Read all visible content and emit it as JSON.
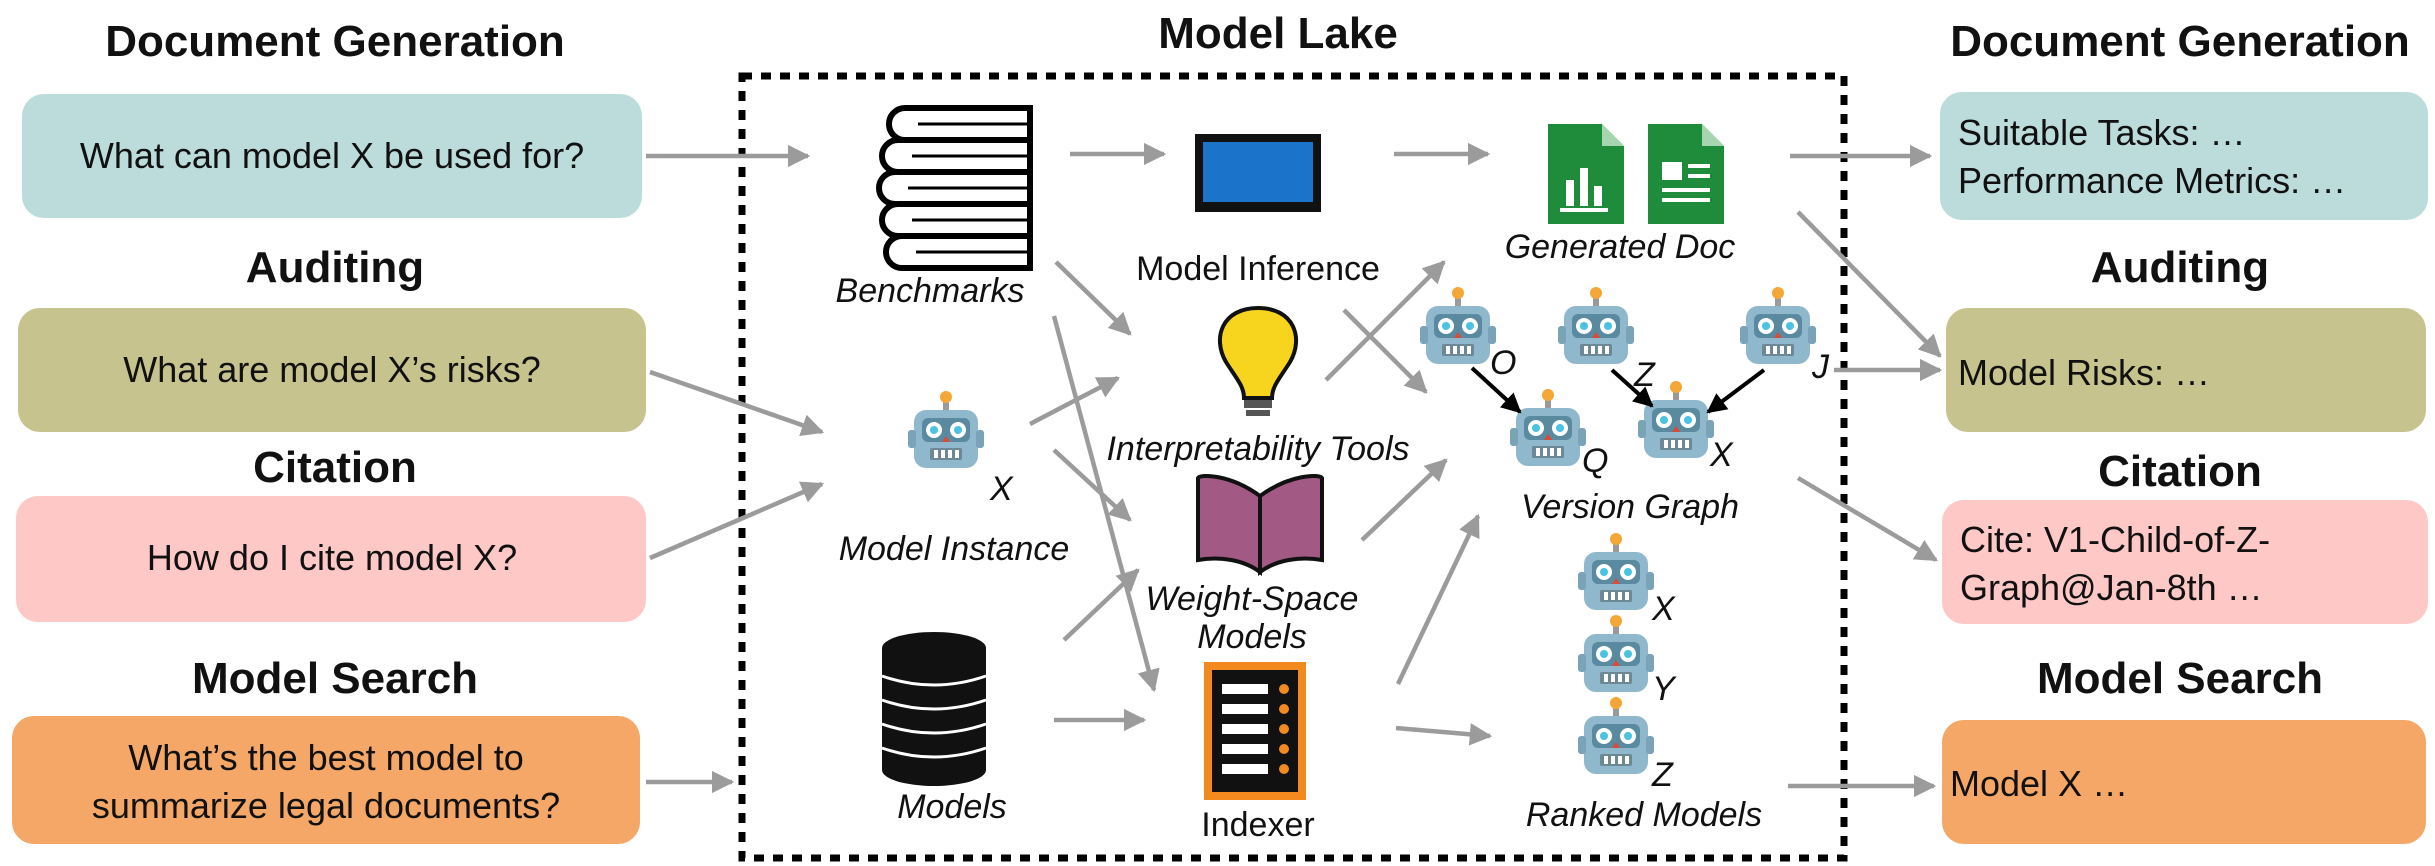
{
  "lake": {
    "title": "Model Lake"
  },
  "left": [
    {
      "header": "Document Generation",
      "lines": [
        "What can model X be used for?"
      ],
      "color": "#bcdcdb"
    },
    {
      "header": "Auditing",
      "lines": [
        "What are model X’s risks?"
      ],
      "color": "#c6c38e"
    },
    {
      "header": "Citation",
      "lines": [
        "How do I cite model X?"
      ],
      "color": "#fec8c7"
    },
    {
      "header": "Model Search",
      "lines": [
        "What’s the best model to",
        "summarize legal documents?"
      ],
      "color": "#f4a766"
    }
  ],
  "right": [
    {
      "header": "Document Generation",
      "lines": [
        "Suitable Tasks: …",
        "Performance Metrics: …"
      ],
      "color": "#bcdcdb"
    },
    {
      "header": "Auditing",
      "lines": [
        "Model Risks: …"
      ],
      "color": "#c6c38e"
    },
    {
      "header": "Citation",
      "lines": [
        "Cite: V1-Child-of-Z-",
        "Graph@Jan-8th …"
      ],
      "color": "#fec8c7"
    },
    {
      "header": "Model Search",
      "lines": [
        "Model X …"
      ],
      "color": "#f4a766"
    }
  ],
  "nodes": {
    "benchmarks": "Benchmarks",
    "model_instance": "Model Instance",
    "models": "Models",
    "model_inference": "Model Inference",
    "interpretability": "Interpretability Tools",
    "weight_space": [
      "Weight-Space",
      "Models"
    ],
    "indexer": "Indexer",
    "generated_doc": "Generated Doc",
    "version_graph": "Version Graph",
    "ranked_models": "Ranked Models"
  },
  "robot_letters": {
    "instance": "X",
    "graph_o": "O",
    "graph_z": "Z",
    "graph_j": "J",
    "graph_q": "Q",
    "graph_x": "X",
    "rank_x": "X",
    "rank_y": "Y",
    "rank_z": "Z"
  },
  "icons": {
    "benchmarks": "stacked-books-icon",
    "models": "database-icon",
    "model_inference": "laptop-screen-icon",
    "interpretability": "lightbulb-icon",
    "weight_space": "open-book-icon",
    "indexer": "index-document-icon",
    "generated_doc": "spreadsheet-and-document-icon",
    "model": "robot-icon"
  }
}
